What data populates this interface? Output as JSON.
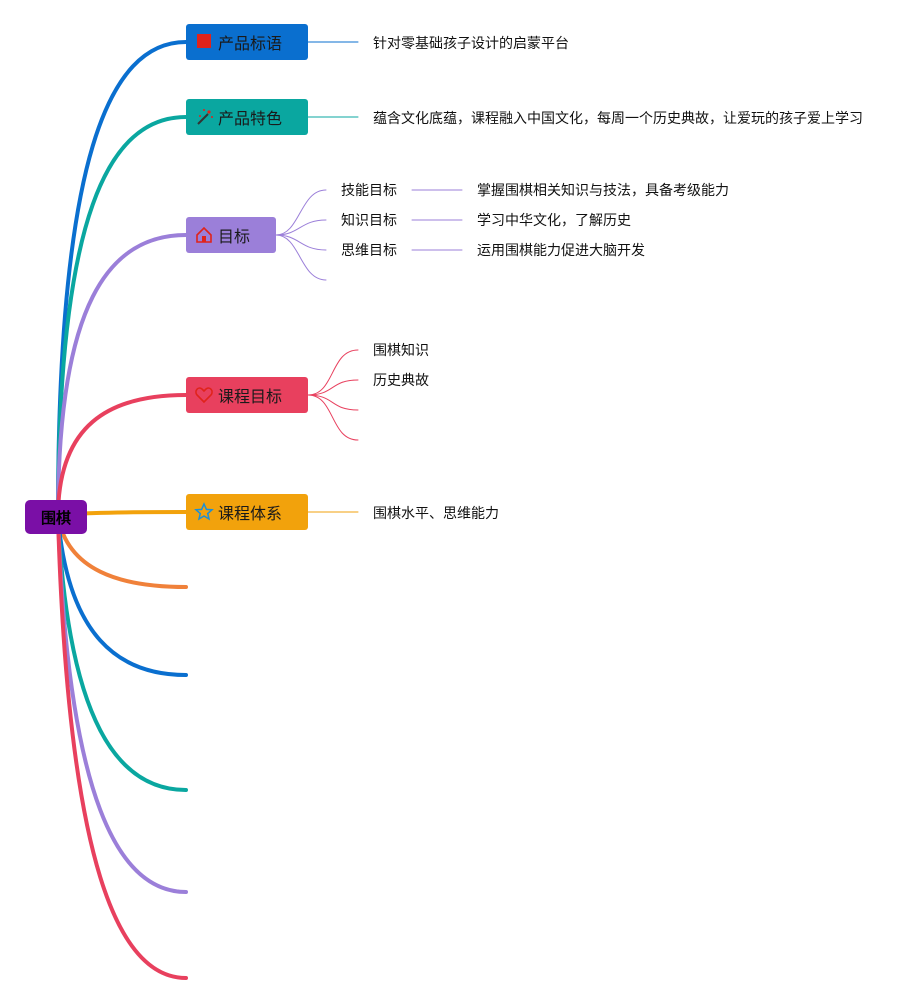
{
  "root": {
    "label": "围棋",
    "color": "#7a0fa6"
  },
  "branches": [
    {
      "label": "产品标语",
      "color": "#0a6fcf",
      "icon": "flag-icon",
      "detail": "针对零基础孩子设计的启蒙平台"
    },
    {
      "label": "产品特色",
      "color": "#0aa7a0",
      "icon": "magic-wand-icon",
      "detail": "蕴含文化底蕴，课程融入中国文化，每周一个历史典故，让爱玩的孩子爱上学习"
    },
    {
      "label": "目标",
      "color": "#9b7fd9",
      "icon": "home-icon",
      "children": [
        {
          "label": "技能目标",
          "detail": "掌握围棋相关知识与技法，具备考级能力"
        },
        {
          "label": "知识目标",
          "detail": "学习中华文化，了解历史"
        },
        {
          "label": "思维目标",
          "detail": "运用围棋能力促进大脑开发"
        },
        {
          "label": ""
        }
      ]
    },
    {
      "label": "课程目标",
      "color": "#e8405e",
      "icon": "heart-icon",
      "children": [
        {
          "label": "围棋知识"
        },
        {
          "label": "历史典故"
        },
        {
          "label": ""
        },
        {
          "label": ""
        }
      ]
    },
    {
      "label": "课程体系",
      "color": "#f2a20c",
      "icon": "star-icon",
      "detail": "围棋水平、思维能力"
    }
  ],
  "empty_branch_colors": [
    "#f0813a",
    "#0a6fcf",
    "#0aa7a0",
    "#9b7fd9",
    "#e8405e"
  ]
}
